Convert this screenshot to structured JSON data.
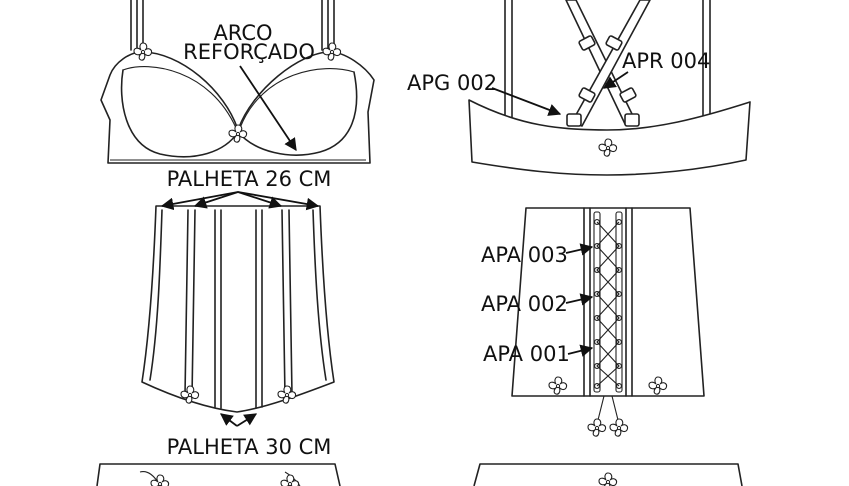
{
  "labels": {
    "arco_line1": "ARCO",
    "arco_line2": "REFORÇADO",
    "palheta_top": "PALHETA 26 CM",
    "palheta_bottom": "PALHETA 30 CM",
    "apg": "APG 002",
    "apr": "APR 004",
    "apa3": "APA 003",
    "apa2": "APA 002",
    "apa1": "APA 001"
  }
}
